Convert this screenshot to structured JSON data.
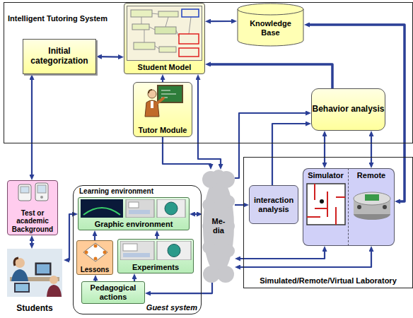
{
  "diagram": {
    "nodes": [
      {
        "text": [
          "Intelligent Tutoring System"
        ]
      },
      {
        "text": [
          "Initial categorization"
        ],
        "in": 0
      },
      {
        "text": [
          "Student Model"
        ],
        "in": 0
      },
      {
        "text": [
          "Knowledge Base"
        ],
        "in": 0
      },
      {
        "text": [
          "Tutor Module"
        ],
        "in": 0
      },
      {
        "text": [
          "Behavior analysis"
        ],
        "in": 0
      },
      {
        "text": [
          "Test or academic Background"
        ]
      },
      {
        "text": [
          "Students"
        ]
      },
      {
        "text": [
          "Learning environment",
          "Guest system"
        ]
      },
      {
        "text": [
          "Graphic environment"
        ],
        "in": 8
      },
      {
        "text": [
          "Experiments"
        ],
        "in": 8
      },
      {
        "text": [
          "Lessons"
        ],
        "in": 8
      },
      {
        "text": [
          "Pedagogical actions"
        ],
        "in": 8
      },
      {
        "text": [
          "Me- dia"
        ]
      },
      {
        "text": [
          "Simulated/Remote/Virtual Laboratory"
        ]
      },
      {
        "text": [
          "interaction analysis"
        ],
        "in": 14
      },
      {
        "text": [
          "Simulator"
        ],
        "in": 14
      },
      {
        "text": [
          "Remote"
        ],
        "in": 14
      }
    ],
    "edges": [
      {
        "from": 1,
        "to": 2,
        "arrow": "both"
      },
      {
        "from": 1,
        "to": 6,
        "arrow": "both"
      },
      {
        "from": 6,
        "to": 7,
        "arrow": "both"
      },
      {
        "from": 2,
        "to": 3,
        "arrow": "both"
      },
      {
        "from": 4,
        "to": 2,
        "arrow": "to"
      },
      {
        "from": 2,
        "to": 13,
        "arrow": "both"
      },
      {
        "from": 4,
        "to": 13,
        "arrow": "to"
      },
      {
        "from": 5,
        "to": 2,
        "arrow": "to"
      },
      {
        "from": 17,
        "to": 3,
        "arrow": "both"
      },
      {
        "from": 13,
        "to": 5,
        "arrow": "to"
      },
      {
        "from": 15,
        "to": 5,
        "arrow": "to"
      },
      {
        "from": 5,
        "to": 16,
        "arrow": "both"
      },
      {
        "from": 5,
        "to": 17,
        "arrow": "both"
      },
      {
        "from": 13,
        "to": 15,
        "arrow": "to"
      },
      {
        "from": 9,
        "to": 13,
        "arrow": "both"
      },
      {
        "from": 13,
        "to": 12,
        "arrow": "to"
      },
      {
        "from": 12,
        "to": 10,
        "arrow": "to"
      },
      {
        "from": 12,
        "to": 11,
        "arrow": "to"
      },
      {
        "from": 11,
        "to": 9,
        "arrow": "to"
      },
      {
        "from": 10,
        "to": 9,
        "arrow": "to"
      },
      {
        "from": 7,
        "to": 9,
        "arrow": "both"
      },
      {
        "from": 16,
        "to": 13,
        "arrow": "both"
      },
      {
        "from": 17,
        "to": 13,
        "arrow": "both"
      }
    ]
  }
}
